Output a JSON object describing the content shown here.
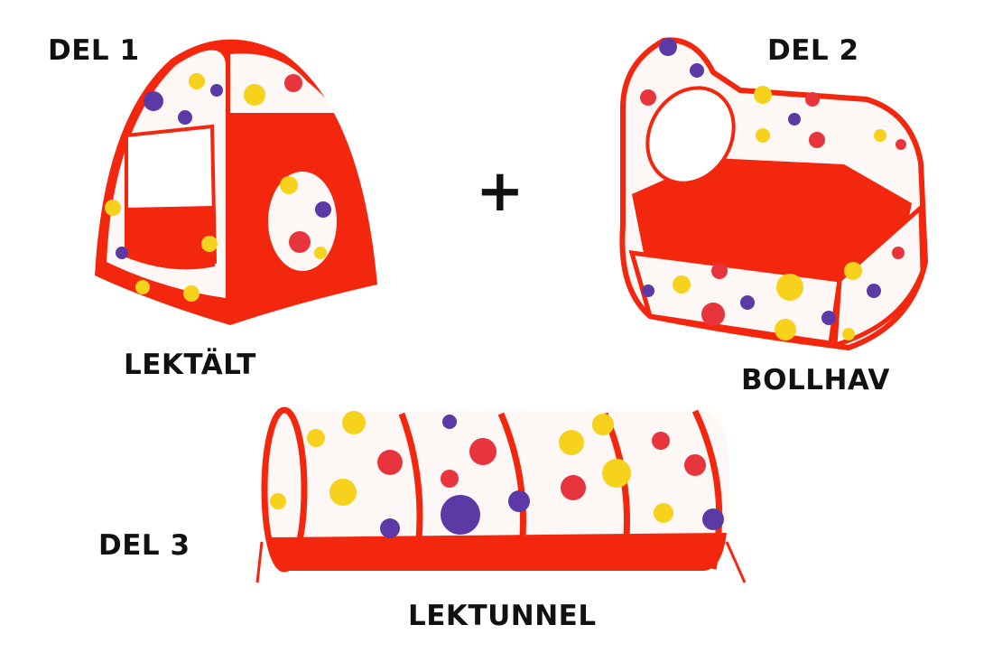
{
  "labels": {
    "part1": "DEL 1",
    "part1_name": "LEKTÄLT",
    "plus": "+",
    "part2": "DEL 2",
    "part2_name": "BOLLHAV",
    "part3": "DEL 3",
    "part3_name": "LEKTUNNEL"
  },
  "colors": {
    "fabric_red": "#f3260e",
    "dot_yellow": "#f6d21c",
    "dot_purple": "#5b3aa6",
    "dot_red": "#e8343c",
    "mesh_white": "#fdf7f5"
  }
}
